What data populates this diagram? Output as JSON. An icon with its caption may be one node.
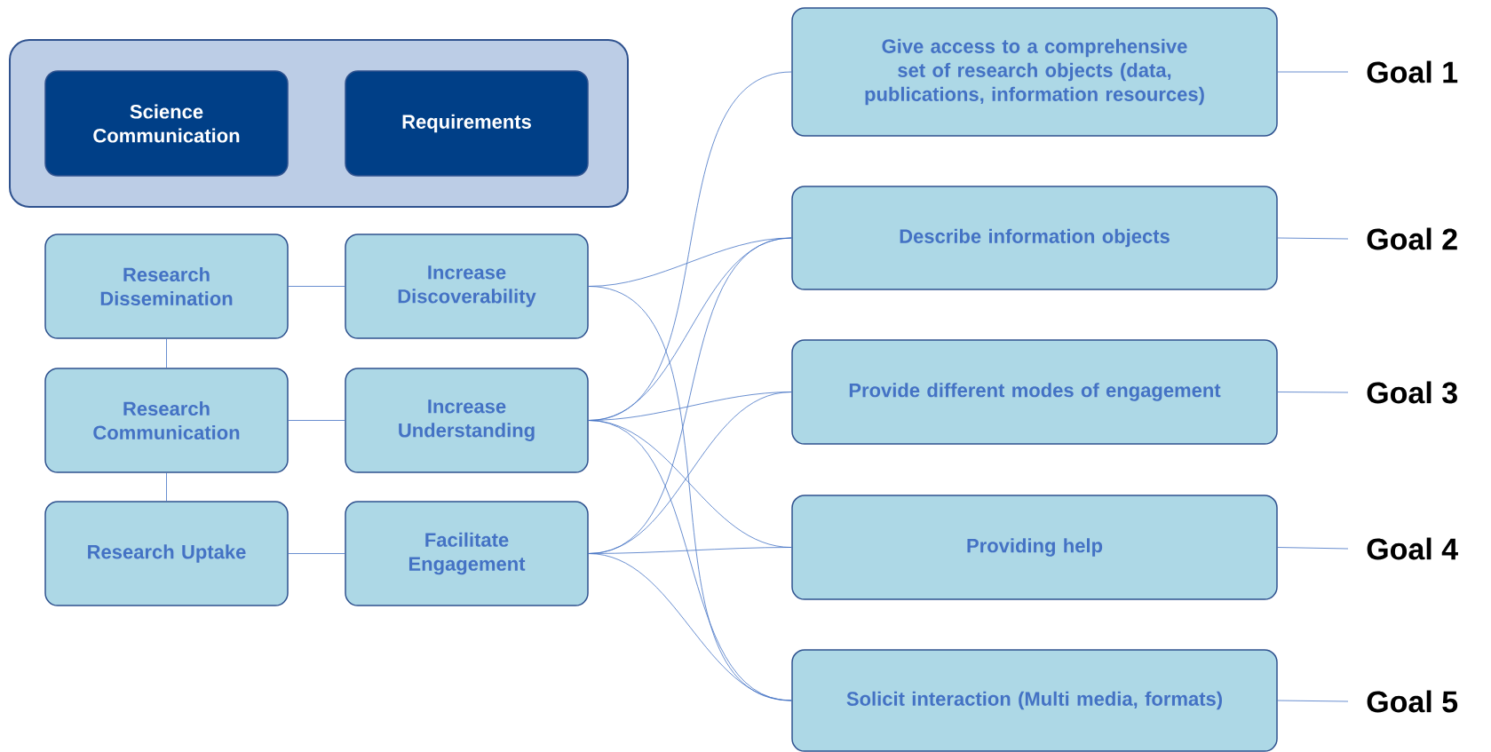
{
  "diagram": {
    "nodes": [
      {
        "text": [],
        "shape": "box"
      },
      {
        "text": [
          "Science Communication"
        ],
        "in": 0
      },
      {
        "text": [
          "Requirements"
        ],
        "in": 0
      },
      {
        "text": [
          "Research Dissemination"
        ]
      },
      {
        "text": [
          "Increase Discoverability"
        ]
      },
      {
        "text": [
          "Research Communication"
        ]
      },
      {
        "text": [
          "Increase Understanding"
        ]
      },
      {
        "text": [
          "Research Uptake"
        ]
      },
      {
        "text": [
          "Facilitate Engagement"
        ]
      },
      {
        "text": [
          "Give access to a comprehensive set of research objects (data, publications, information resources)"
        ]
      },
      {
        "text": [
          "Describe information objects"
        ]
      },
      {
        "text": [
          "Provide different modes of engagement"
        ]
      },
      {
        "text": [
          "Providing help"
        ]
      },
      {
        "text": [
          "Solicit interaction (Multi media, formats)"
        ]
      },
      {
        "text": [
          "Goal 1"
        ]
      },
      {
        "text": [
          "Goal 2"
        ]
      },
      {
        "text": [
          "Goal 3"
        ]
      },
      {
        "text": [
          "Goal 4"
        ]
      },
      {
        "text": [
          "Goal 5"
        ]
      }
    ],
    "edges": [
      {
        "from": 3,
        "to": 4,
        "arrow": "none"
      },
      {
        "from": 5,
        "to": 6,
        "arrow": "none"
      },
      {
        "from": 7,
        "to": 8,
        "arrow": "none"
      },
      {
        "from": 3,
        "to": 5,
        "arrow": "none"
      },
      {
        "from": 5,
        "to": 7,
        "arrow": "none"
      },
      {
        "from": 4,
        "to": 10,
        "arrow": "none"
      },
      {
        "from": 4,
        "to": 13,
        "arrow": "none"
      },
      {
        "from": 6,
        "to": 9,
        "arrow": "none"
      },
      {
        "from": 6,
        "to": 10,
        "arrow": "none"
      },
      {
        "from": 6,
        "to": 11,
        "arrow": "none"
      },
      {
        "from": 6,
        "to": 12,
        "arrow": "none"
      },
      {
        "from": 6,
        "to": 13,
        "arrow": "none"
      },
      {
        "from": 8,
        "to": 10,
        "arrow": "none"
      },
      {
        "from": 8,
        "to": 11,
        "arrow": "none"
      },
      {
        "from": 8,
        "to": 12,
        "arrow": "none"
      },
      {
        "from": 8,
        "to": 13,
        "arrow": "none"
      },
      {
        "from": 9,
        "to": 14,
        "arrow": "none"
      },
      {
        "from": 10,
        "to": 15,
        "arrow": "none"
      },
      {
        "from": 11,
        "to": 16,
        "arrow": "none"
      },
      {
        "from": 12,
        "to": 17,
        "arrow": "none"
      },
      {
        "from": 13,
        "to": 18,
        "arrow": "none"
      }
    ]
  }
}
